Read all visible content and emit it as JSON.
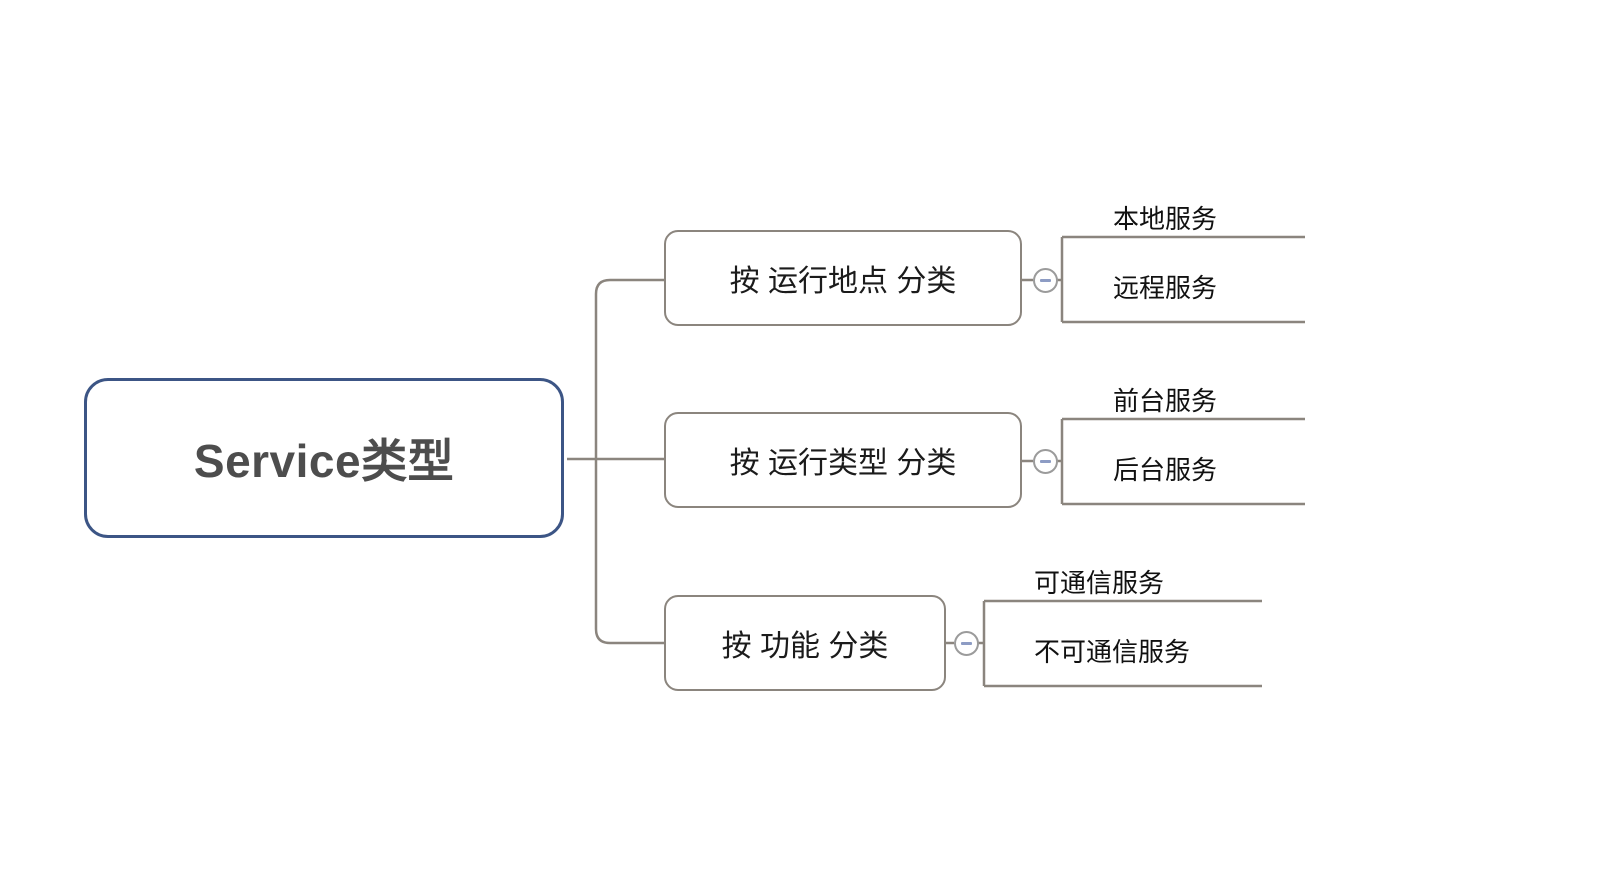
{
  "diagram": {
    "type": "mind-map",
    "background_color": "#ffffff",
    "root": {
      "label": "Service类型",
      "border_color": "#3c5585",
      "text_color": "#4d4d4d"
    },
    "connector_color": "#8b857e",
    "branches": [
      {
        "label": "按 运行地点 分类",
        "toggle": {
          "icon": "minus-circle-icon",
          "state": "expanded"
        },
        "children": [
          {
            "label": "本地服务"
          },
          {
            "label": "远程服务"
          }
        ]
      },
      {
        "label": "按 运行类型 分类",
        "toggle": {
          "icon": "minus-circle-icon",
          "state": "expanded"
        },
        "children": [
          {
            "label": "前台服务"
          },
          {
            "label": "后台服务"
          }
        ]
      },
      {
        "label": "按 功能 分类",
        "toggle": {
          "icon": "minus-circle-icon",
          "state": "expanded"
        },
        "children": [
          {
            "label": "可通信服务"
          },
          {
            "label": "不可通信服务"
          }
        ]
      }
    ]
  }
}
